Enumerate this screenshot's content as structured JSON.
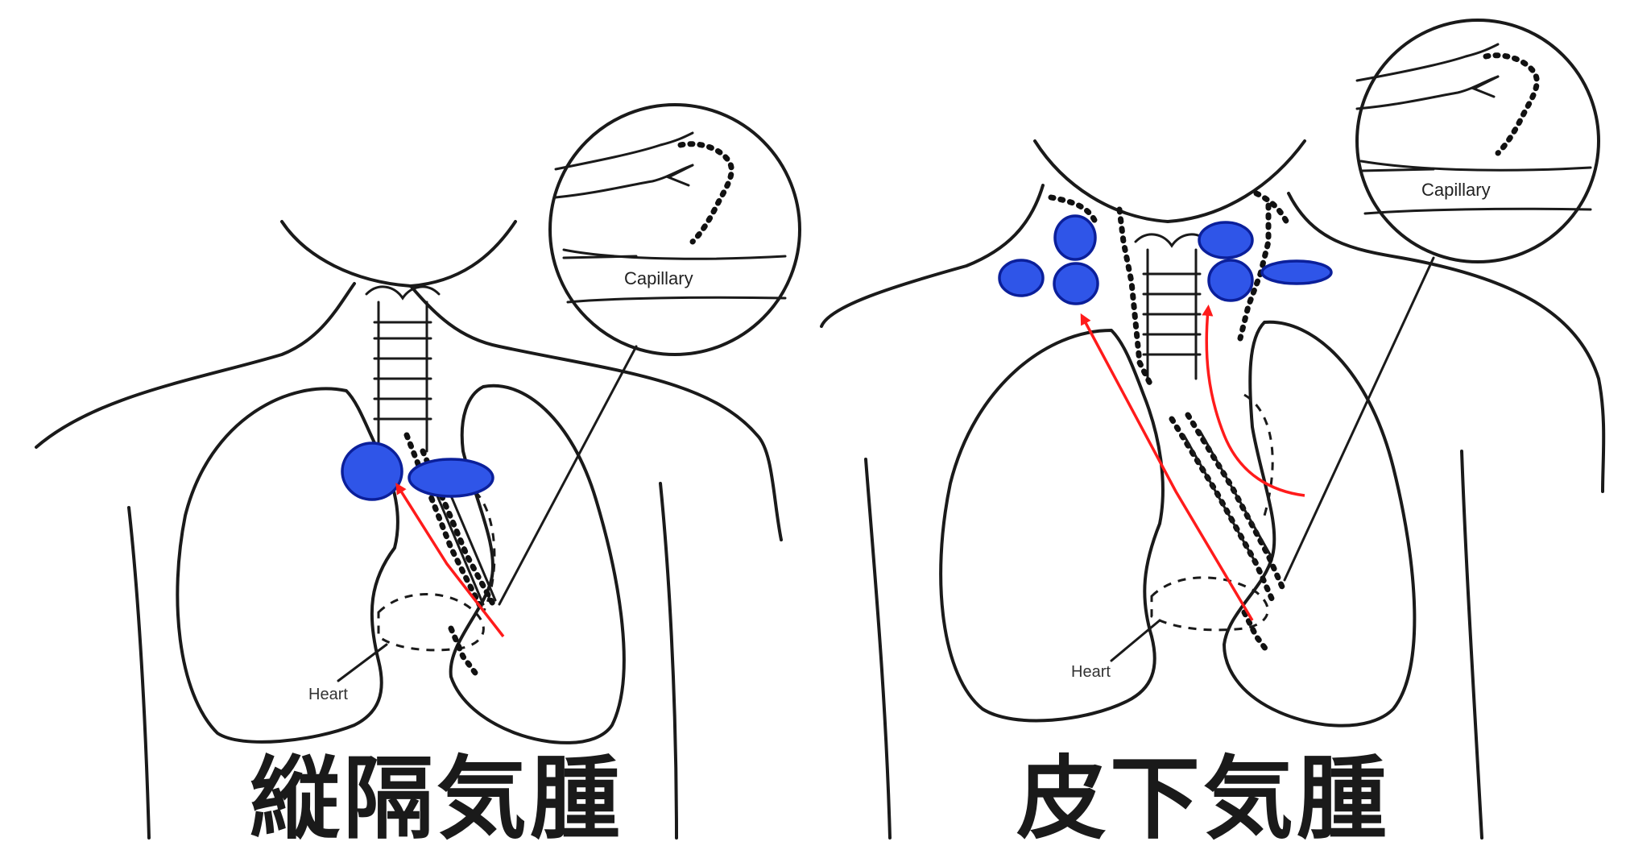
{
  "panels": [
    {
      "title": "縦隔気腫",
      "heart_label": "Heart",
      "capillary_label": "Capillary"
    },
    {
      "title": "皮下気腫",
      "heart_label": "Heart",
      "capillary_label": "Capillary"
    }
  ],
  "colors": {
    "blob": "#2f55e8",
    "arrow": "#ff1b1b",
    "line": "#1a1a1a"
  }
}
